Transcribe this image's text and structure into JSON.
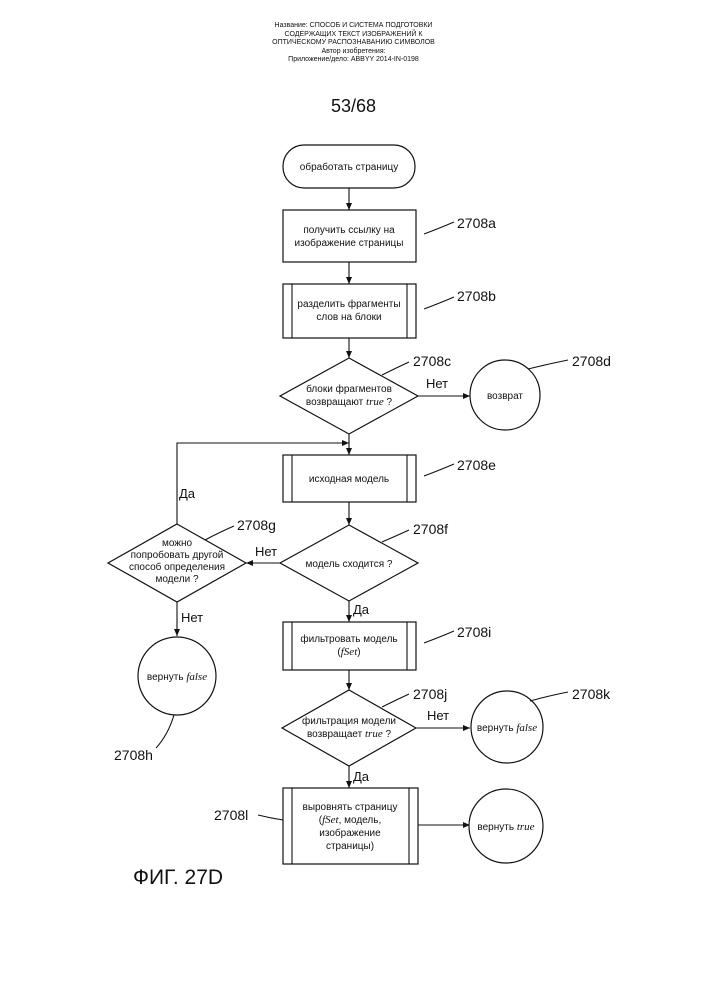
{
  "header": {
    "line1": "Название: СПОСОБ И СИСТЕМА ПОДГОТОВКИ",
    "line2": "СОДЕРЖАЩИХ ТЕКСТ ИЗОБРАЖЕНИЙ К",
    "line3": "ОПТИЧЕСКОМУ РАСПОЗНАВАНИЮ СИМВОЛОВ",
    "line4": "Автор изобретения:",
    "line5": "Приложение/дело: ABBYY 2014-IN-0198"
  },
  "page_number": "53/68",
  "nodes": {
    "start": "обработать страницу",
    "a_line1": "получить ссылку на",
    "a_line2": "изображение страницы",
    "b_line1": "разделить фрагменты",
    "b_line2": "слов на блоки",
    "c_line1": "блоки фрагментов",
    "c_line2_pre": "возвращают ",
    "c_line2_it": "true",
    "c_line2_post": " ?",
    "d": "возврат",
    "e": "исходная модель",
    "f": "модель сходится ?",
    "g_line1": "можно",
    "g_line2": "попробовать другой",
    "g_line3": "способ определения",
    "g_line4": "модели ?",
    "h_pre": "вернуть ",
    "h_it": "false",
    "i_line1": "фильтровать модель",
    "i_line2_pre": "(",
    "i_line2_it": "fSet",
    "i_line2_post": ")",
    "j_line1": "фильтрация модели",
    "j_line2_pre": "возвращает ",
    "j_line2_it": "true",
    "j_line2_post": " ?",
    "k_pre": "вернуть ",
    "k_it": "false",
    "l_line1": "выровнять страницу",
    "l_line2_pre": "(",
    "l_line2_it": "fSet",
    "l_line2_post": ", модель,",
    "l_line3": "изображение",
    "l_line4": "страницы)",
    "end_pre": "вернуть ",
    "end_it": "true"
  },
  "refs": {
    "a": "2708a",
    "b": "2708b",
    "c": "2708c",
    "d": "2708d",
    "e": "2708e",
    "f": "2708f",
    "g": "2708g",
    "h": "2708h",
    "i": "2708i",
    "j": "2708j",
    "k": "2708k",
    "l": "2708l"
  },
  "edge_labels": {
    "c_no": "Нет",
    "f_no": "Нет",
    "f_yes": "Да",
    "g_yes": "Да",
    "g_no": "Нет",
    "j_no": "Нет",
    "j_yes": "Да"
  },
  "figure_label": "ФИГ. 27D"
}
